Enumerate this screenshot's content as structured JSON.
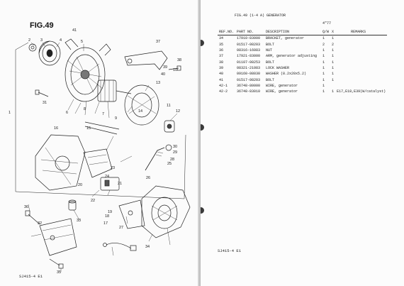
{
  "left_page": {
    "figure_title": "FIG.49",
    "footer_code": "SJ415-4 E1",
    "callouts": [
      "1",
      "2",
      "3",
      "4",
      "5",
      "6",
      "7",
      "8",
      "9",
      "10",
      "11",
      "12",
      "13",
      "14",
      "15",
      "16",
      "17",
      "18",
      "19",
      "20",
      "21",
      "22",
      "23",
      "24",
      "25",
      "26",
      "27",
      "28",
      "29",
      "30",
      "31",
      "32",
      "33",
      "34",
      "35",
      "36",
      "37",
      "38",
      "39",
      "40",
      "41"
    ]
  },
  "right_page": {
    "figure_heading": "FIG.49 (1-4 A) GENERATOR",
    "qty_group_header": "4\"77",
    "columns": {
      "ref": "REF.NO.",
      "part": "PART NO.",
      "description": "DESCRIPTION",
      "qty1": "Q/W",
      "qty2": "X",
      "remarks": "REMARKS"
    },
    "rows": [
      {
        "ref": "34",
        "part": "17910-83000",
        "description": "BRACKET, generator",
        "q1": "1",
        "q2": "1",
        "remarks": ""
      },
      {
        "ref": "35",
        "part": "01517-08203",
        "description": "BOLT",
        "q1": "2",
        "q2": "2",
        "remarks": ""
      },
      {
        "ref": "36",
        "part": "08316-16083",
        "description": "NUT",
        "q1": "1",
        "q2": "1",
        "remarks": ""
      },
      {
        "ref": "37",
        "part": "17921-83000",
        "description": "ARM, generator adjusting",
        "q1": "1",
        "q2": "1",
        "remarks": ""
      },
      {
        "ref": "38",
        "part": "01107-08253",
        "description": "BOLT",
        "q1": "1",
        "q2": "1",
        "remarks": ""
      },
      {
        "ref": "39",
        "part": "08321-21083",
        "description": "LOCK WASHER",
        "q1": "1",
        "q2": "1",
        "remarks": ""
      },
      {
        "ref": "40",
        "part": "09160-08030",
        "description": "WASHER (8.2x20x5.2)",
        "q1": "1",
        "q2": "1",
        "remarks": ""
      },
      {
        "ref": "41",
        "part": "01517-08203",
        "description": "BOLT",
        "q1": "1",
        "q2": "1",
        "remarks": ""
      },
      {
        "ref": "42-1",
        "part": "36748-80000",
        "description": "WIRE, generator",
        "q1": "1",
        "q2": "",
        "remarks": ""
      },
      {
        "ref": "42-2",
        "part": "36748-83010",
        "description": "WIRE, generator",
        "q1": "1",
        "q2": "1",
        "remarks": "E17,E18,E39(W/catalyst)"
      }
    ],
    "footer_code": "SJ415-4 E1"
  }
}
